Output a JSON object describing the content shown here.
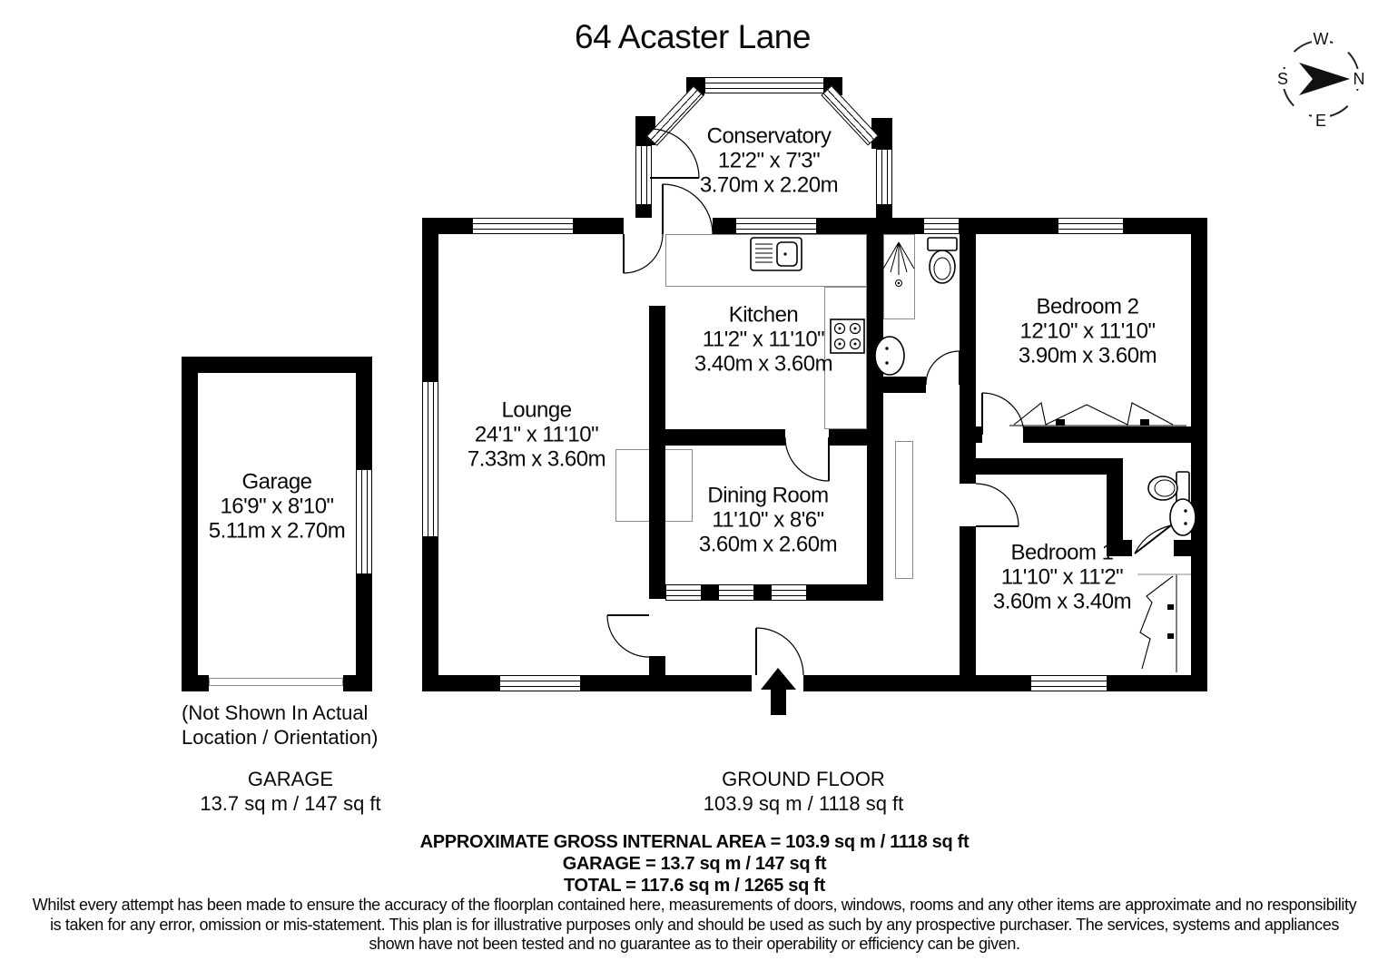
{
  "title": "64 Acaster Lane",
  "compass": {
    "west": "W",
    "north": "N",
    "east": "E",
    "south": "S"
  },
  "rooms": {
    "conservatory": {
      "name": "Conservatory",
      "imperial": "12'2\" x 7'3\"",
      "metric": "3.70m x 2.20m"
    },
    "kitchen": {
      "name": "Kitchen",
      "imperial": "11'2\" x 11'10\"",
      "metric": "3.40m x 3.60m"
    },
    "lounge": {
      "name": "Lounge",
      "imperial": "24'1\" x 11'10\"",
      "metric": "7.33m x 3.60m"
    },
    "dining_room": {
      "name": "Dining Room",
      "imperial": "11'10\" x 8'6\"",
      "metric": "3.60m x 2.60m"
    },
    "bedroom2": {
      "name": "Bedroom 2",
      "imperial": "12'10\" x 11'10\"",
      "metric": "3.90m x 3.60m"
    },
    "bedroom1": {
      "name": "Bedroom 1",
      "imperial": "11'10\" x 11'2\"",
      "metric": "3.60m x 3.40m"
    },
    "garage": {
      "name": "Garage",
      "imperial": "16'9\" x 8'10\"",
      "metric": "5.11m x 2.70m"
    }
  },
  "garage_note": {
    "line1": "(Not Shown In Actual",
    "line2": "Location / Orientation)"
  },
  "footer": {
    "garage_label": "GARAGE",
    "garage_area": "13.7 sq m / 147 sq ft",
    "ground_floor_label": "GROUND FLOOR",
    "ground_floor_area": "103.9 sq m / 1118 sq ft",
    "summary_line1": "APPROXIMATE GROSS INTERNAL AREA = 103.9 sq m / 1118 sq ft",
    "summary_line2": "GARAGE = 13.7 sq m / 147 sq ft",
    "summary_line3": "TOTAL = 117.6 sq m / 1265 sq ft",
    "disclaimer": "Whilst every attempt has been made to ensure the accuracy of the floorplan contained here, measurements of doors, windows, rooms and any other items are approximate and no responsibility is taken for any error, omission or mis-statement. This plan is for illustrative purposes only and should be used as such by any prospective purchaser. The services, systems and appliances shown have not been tested and no guarantee as to their operability or efficiency can be given."
  },
  "colors": {
    "wall": "#000000",
    "text": "#0a0a0a",
    "thin_line": "#8a8a8a"
  }
}
